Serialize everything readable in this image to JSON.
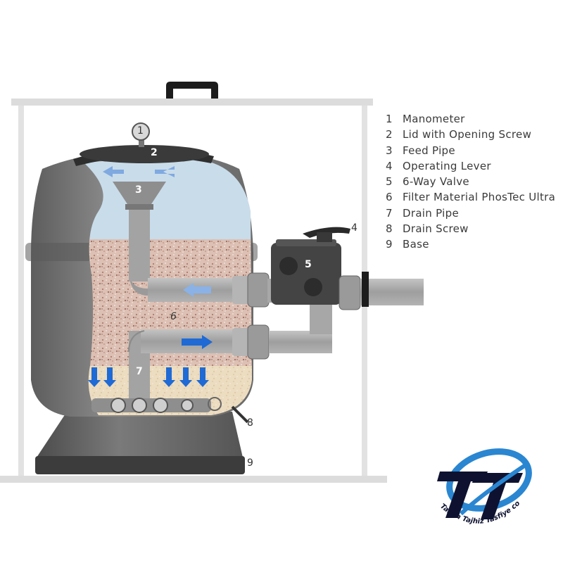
{
  "legend": [
    {
      "num": "1",
      "label": "Manometer"
    },
    {
      "num": "2",
      "label": "Lid with Opening Screw"
    },
    {
      "num": "3",
      "label": "Feed Pipe"
    },
    {
      "num": "4",
      "label": "Operating Lever"
    },
    {
      "num": "5",
      "label": "6-Way Valve"
    },
    {
      "num": "6",
      "label": "Filter Material PhosTec Ultra"
    },
    {
      "num": "7",
      "label": "Drain Pipe"
    },
    {
      "num": "8",
      "label": "Drain Screw"
    },
    {
      "num": "9",
      "label": "Base"
    }
  ],
  "callouts": {
    "c1": "1",
    "c2": "2",
    "c3": "3",
    "c4": "4",
    "c5": "5",
    "c6": "6",
    "c7": "7",
    "c8": "8",
    "c9": "9"
  },
  "logo": {
    "text": "Tamin Tajhiz Tasfiye co",
    "mark": "TT",
    "colors": {
      "blue": "#2a86d1",
      "dark": "#0e1230"
    }
  },
  "colors": {
    "tank": "#6e6e6e",
    "water": "#c9dcea",
    "gravel": "#d8b3a6",
    "sand": "#e8dcc4",
    "pipe": "#a9a9a9",
    "arrow": "#2a6fd0",
    "frame": "#dcdcdc"
  }
}
